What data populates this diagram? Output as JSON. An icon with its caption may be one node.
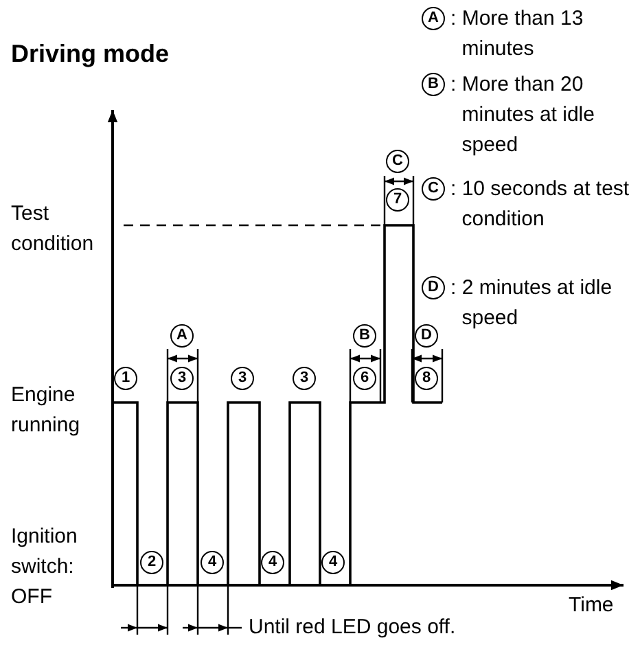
{
  "diagram": {
    "title": "Driving mode",
    "labels": [
      "A",
      ": More than 13 minutes",
      "B",
      ": More than 20 minutes at idle speed",
      "C",
      "C",
      ": 10 seconds at test condition",
      "7",
      "Test condition",
      "D",
      ": 2 minutes at idle speed",
      "A",
      "B",
      "D",
      "1",
      "3",
      "3",
      "3",
      "6",
      "8",
      "Engine running",
      "Ignition switch: OFF",
      "2",
      "4",
      "4",
      "4",
      "Time",
      "Until red LED goes off."
    ]
  }
}
